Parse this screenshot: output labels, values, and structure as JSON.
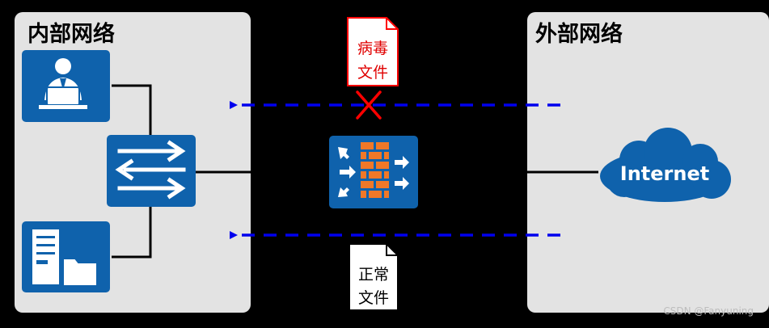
{
  "zones": {
    "internal": {
      "title": "内部网络"
    },
    "external": {
      "title": "外部网络"
    }
  },
  "virus_file": {
    "line1": "病毒",
    "line2": "文件",
    "text_color": "#e00000",
    "border_color": "#ff0000",
    "status": "blocked"
  },
  "normal_file": {
    "line1": "正常",
    "line2": "文件",
    "text_color": "#000000"
  },
  "internet": {
    "label": "Internet"
  },
  "devices": {
    "user_pc": "user-at-laptop-icon",
    "switch": "switch-arrows-icon",
    "server": "server-with-folder-icon",
    "firewall": "firewall-brick-wall-icon",
    "cloud": "internet-cloud-icon"
  },
  "colors": {
    "zone_background": "#e3e3e3",
    "device_blue": "#0f62ac",
    "flow_arrow": "#0000ee",
    "block_mark": "#ff0000",
    "firewall_brick": "#f07828"
  },
  "watermark": "CSDN @Fanyuning"
}
